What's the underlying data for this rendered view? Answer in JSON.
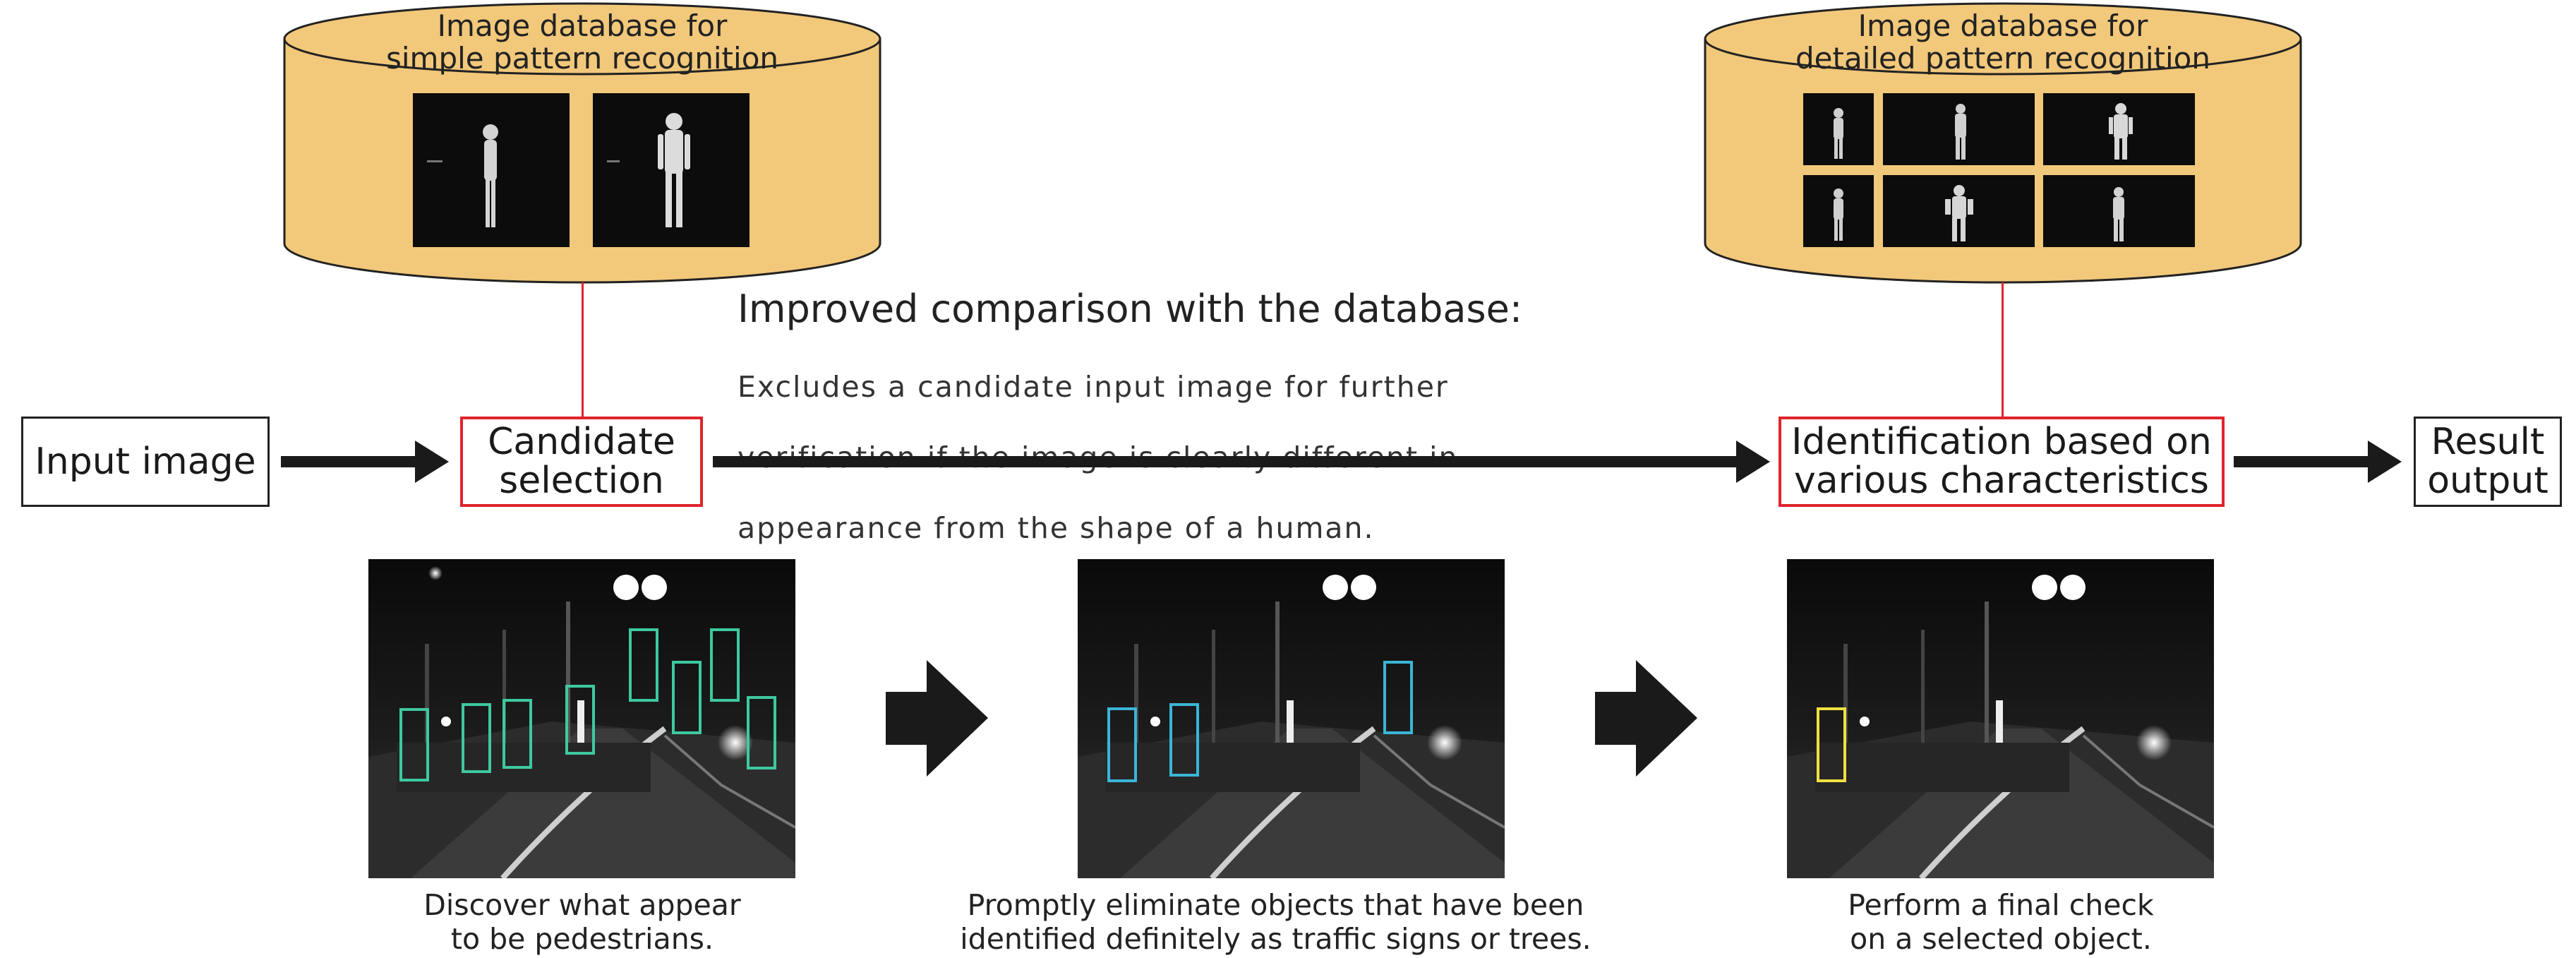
{
  "colors": {
    "database_fill": "#f2c87a",
    "candidate_border": "#e0242b",
    "arrow": "#1a1a1a",
    "detect_box_green": "#3ec9a0",
    "detect_box_blue": "#3bb5d6",
    "detect_box_yellow": "#f0e040"
  },
  "databases": [
    {
      "title_line1": "Image database for",
      "title_line2": "simple pattern recognition"
    },
    {
      "title_line1": "Image database for",
      "title_line2": "detailed pattern recognition"
    }
  ],
  "flow": {
    "input": "Input image",
    "candidate_line1": "Candidate",
    "candidate_line2": "selection",
    "identification_line1": "Identification based on",
    "identification_line2": "various characteristics",
    "result_line1": "Result",
    "result_line2": "output"
  },
  "improved": {
    "title": "Improved comparison with the database:",
    "line1": "Excludes a candidate input image for further",
    "line2": "verification if the image is clearly different in",
    "line3": "appearance from the shape of a human."
  },
  "steps": [
    {
      "line1": "Discover what appear",
      "line2": "to be pedestrians."
    },
    {
      "line1": "Promptly eliminate objects that have been",
      "line2": "identified definitely as traffic signs or trees."
    },
    {
      "line1": "Perform a final check",
      "line2": "on a selected object."
    }
  ]
}
